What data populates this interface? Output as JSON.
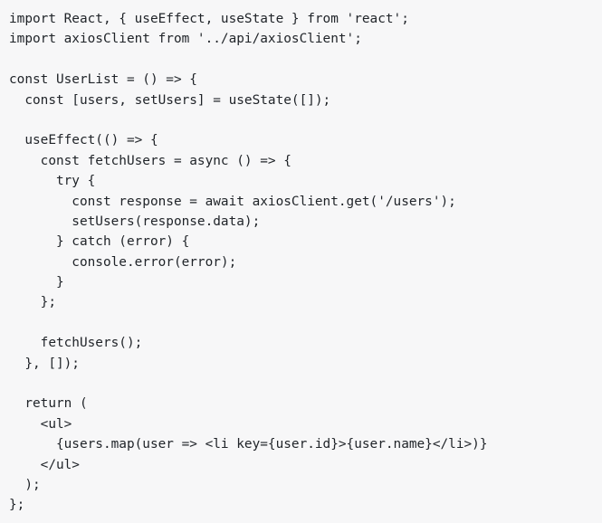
{
  "code": {
    "lines": [
      "import React, { useEffect, useState } from 'react';",
      "import axiosClient from '../api/axiosClient';",
      "",
      "const UserList = () => {",
      "  const [users, setUsers] = useState([]);",
      "",
      "  useEffect(() => {",
      "    const fetchUsers = async () => {",
      "      try {",
      "        const response = await axiosClient.get('/users');",
      "        setUsers(response.data);",
      "      } catch (error) {",
      "        console.error(error);",
      "      }",
      "    };",
      "",
      "    fetchUsers();",
      "  }, []);",
      "",
      "  return (",
      "    <ul>",
      "      {users.map(user => <li key={user.id}>{user.name}</li>)}",
      "    </ul>",
      "  );",
      "};"
    ]
  }
}
